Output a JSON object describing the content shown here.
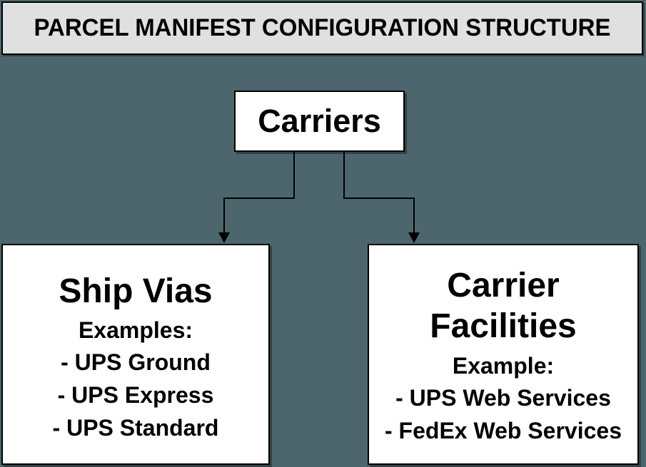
{
  "header": {
    "title": "PARCEL MANIFEST CONFIGURATION STRUCTURE"
  },
  "colors": {
    "background": "#4d666e",
    "titlebar_bg": "#e0e0e0",
    "box_bg": "#ffffff",
    "border": "#000000",
    "text": "#000000"
  },
  "diagram": {
    "root": {
      "label": "Carriers"
    },
    "children": [
      {
        "title": "Ship Vias",
        "subtitle": "Examples:",
        "items": [
          "- UPS Ground",
          "- UPS Express",
          "- UPS Standard"
        ]
      },
      {
        "title": "Carrier Facilities",
        "subtitle": "Example:",
        "items": [
          "- UPS Web Services",
          "- FedEx Web Services"
        ]
      }
    ]
  }
}
